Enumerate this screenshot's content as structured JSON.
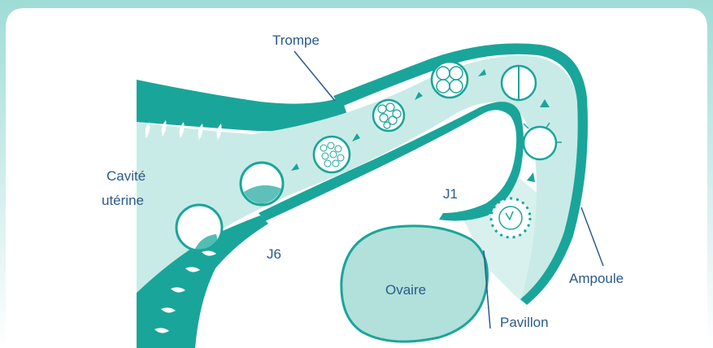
{
  "labels": {
    "trompe": "Trompe",
    "cavite_line1": "Cavité",
    "cavite_line2": "utérine",
    "j1": "J1",
    "j6": "J6",
    "ovaire": "Ovaire",
    "pavillon": "Pavillon",
    "ampoule": "Ampoule"
  },
  "colors": {
    "teal": "#1aa59a",
    "teal_dark": "#0f8a80",
    "lumen": "#c9ebe7",
    "ovary_fill": "#b2e0da",
    "frame_gradient_top": "#b8e6e1",
    "label_text": "#2a5a8a"
  }
}
